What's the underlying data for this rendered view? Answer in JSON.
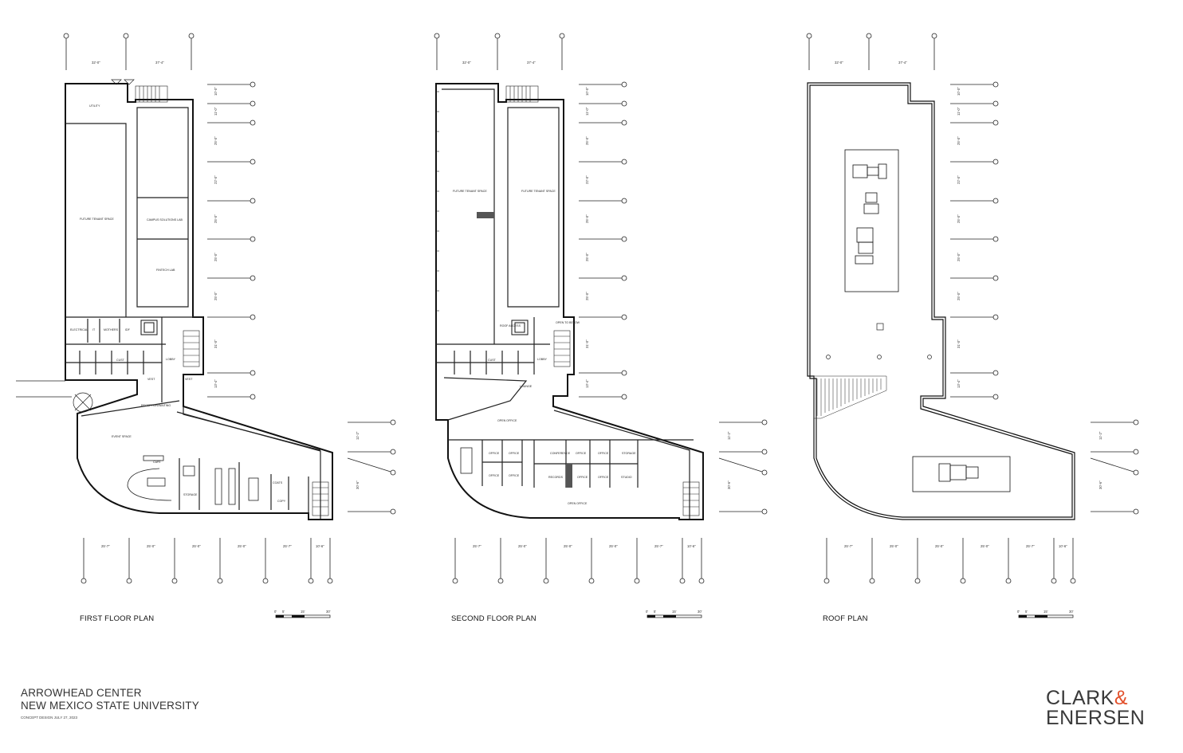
{
  "plans": [
    {
      "title": "FIRST FLOOR PLAN",
      "top_dims": [
        "32'-0\"",
        "37'-4\""
      ],
      "right_dims": [
        "10'-0\"",
        "11'-0\"",
        "25'-0\"",
        "22'-0\"",
        "25'-0\"",
        "25'-0\"",
        "25'-0\"",
        "31'-0\"",
        "13'-4\""
      ],
      "bottom_dims": [
        "25'-7\"",
        "25'-0\"",
        "25'-0\"",
        "25'-0\"",
        "25'-7\"",
        "10'-6\""
      ],
      "angle_dims": [
        "11'-2\"",
        "30'-6\""
      ],
      "scale_labels": [
        "0'",
        "5'",
        "15'",
        "30'"
      ],
      "rooms": {
        "utility": "UTILITY",
        "future_tenant": "FUTURE TENANT SPACE",
        "campus_lab": "CAMPUS SOLUTIONS LAB",
        "fintech_lab": "FINTECH LAB",
        "electrical": "ELECTRICAL",
        "it": "IT",
        "mothers": "MOTHERS",
        "idf": "IDF",
        "cust": "CUST",
        "lobby": "LOBBY",
        "vest1": "VEST",
        "vest2": "VEST",
        "reception": "RECEPTION/WAITING",
        "event": "EVENT SPACE",
        "cafe": "CAFE",
        "storage": "STORAGE",
        "copy": "COPY",
        "coats": "COATS"
      }
    },
    {
      "title": "SECOND FLOOR PLAN",
      "top_dims": [
        "32'-0\"",
        "37'-4\""
      ],
      "right_dims": [
        "10'-0\"",
        "11'-0\"",
        "25'-0\"",
        "22'-0\"",
        "25'-0\"",
        "25'-0\"",
        "25'-0\"",
        "31'-0\"",
        "13'-4\""
      ],
      "bottom_dims": [
        "25'-7\"",
        "25'-0\"",
        "25'-0\"",
        "25'-0\"",
        "25'-7\"",
        "10'-6\""
      ],
      "angle_dims": [
        "11'-2\"",
        "30'-6\""
      ],
      "scale_labels": [
        "0'",
        "5'",
        "15'",
        "30'"
      ],
      "rooms": {
        "future_tenant_a": "FUTURE TENANT SPACE",
        "future_tenant_b": "FUTURE TENANT SPACE",
        "roof_access": "ROOF ACCESS",
        "open_below": "OPEN TO BELOW",
        "cust": "CUST",
        "lobby": "LOBBY",
        "lounge": "LOUNGE",
        "open_office_top": "OPEN OFFICE",
        "open_office_bottom": "OPEN OFFICE",
        "office": "OFFICE",
        "conference": "CONFERENCE",
        "records": "RECORDS",
        "storage": "STORAGE",
        "studio": "STUDIO"
      }
    },
    {
      "title": "ROOF PLAN",
      "top_dims": [
        "32'-0\"",
        "37'-4\""
      ],
      "right_dims": [
        "10'-0\"",
        "11'-0\"",
        "25'-0\"",
        "22'-0\"",
        "25'-0\"",
        "25'-0\"",
        "25'-0\"",
        "31'-0\"",
        "13'-4\""
      ],
      "bottom_dims": [
        "25'-7\"",
        "25'-0\"",
        "25'-0\"",
        "25'-0\"",
        "25'-7\"",
        "10'-6\""
      ],
      "angle_dims": [
        "11'-2\"",
        "30'-6\""
      ],
      "scale_labels": [
        "0'",
        "5'",
        "15'",
        "30'"
      ]
    }
  ],
  "title_block": {
    "line1": "ARROWHEAD CENTER",
    "line2": "NEW MEXICO STATE UNIVERSITY",
    "line3": "CONCEPT DESIGN  JULY 27, 2023"
  },
  "logo": {
    "top": "CLARK",
    "amp": "&",
    "bottom": "ENERSEN",
    "amp_color": "#e2502b"
  }
}
